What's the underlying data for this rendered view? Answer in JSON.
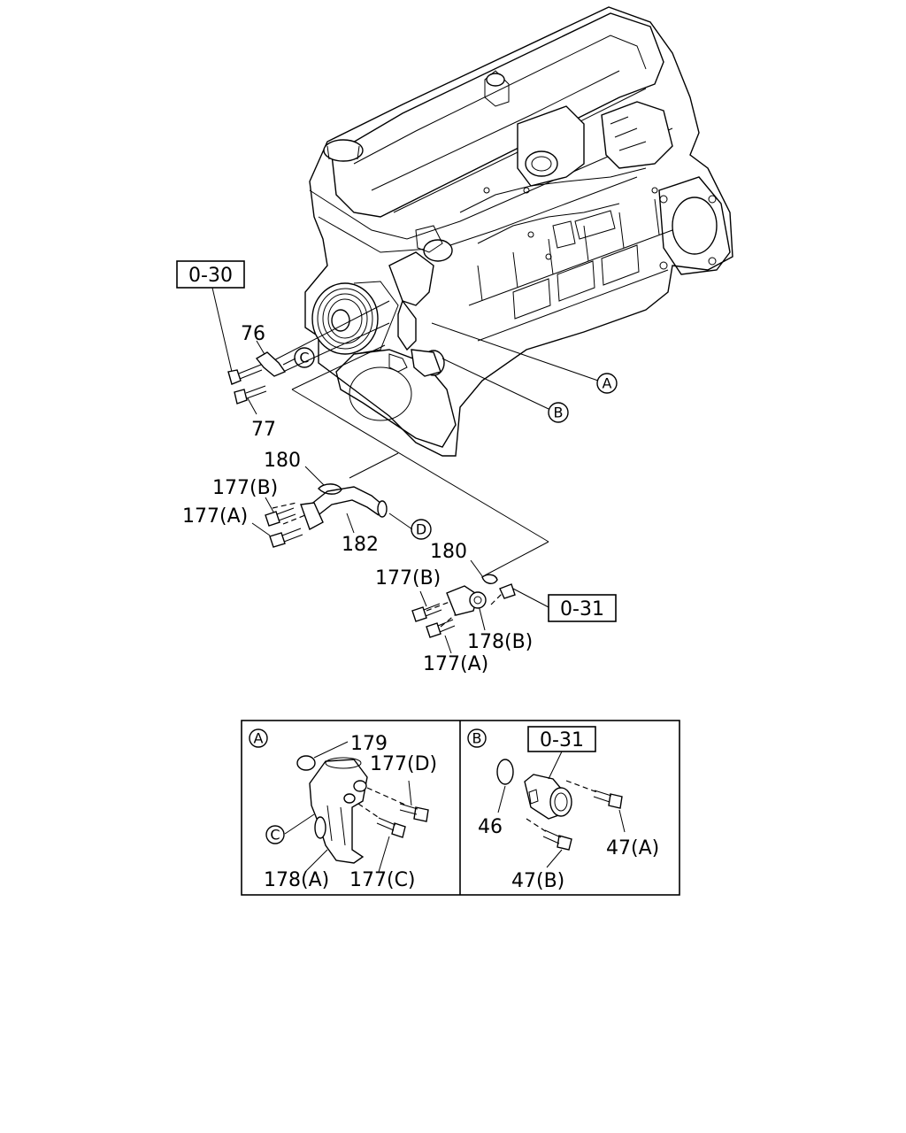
{
  "references": {
    "ref_030": "0-30",
    "ref_031_main": "0-31",
    "ref_031_detail": "0-31"
  },
  "circle_labels": {
    "A": "A",
    "B": "B",
    "C": "C",
    "D": "D"
  },
  "part_labels": {
    "p76": "76",
    "p77": "77",
    "p180_upper": "180",
    "p177B_upper": "177(B)",
    "p177A_upper": "177(A)",
    "p182": "182",
    "p180_lower": "180",
    "p177B_lower": "177(B)",
    "p178B": "178(B)",
    "p177A_lower": "177(A)"
  },
  "detail_a": {
    "tag": "A",
    "p179": "179",
    "p177D": "177(D)",
    "tagC": "C",
    "p178A": "178(A)",
    "p177C": "177(C)"
  },
  "detail_b": {
    "tag": "B",
    "ref": "0-31",
    "p46": "46",
    "p47A": "47(A)",
    "p47B": "47(B)"
  }
}
